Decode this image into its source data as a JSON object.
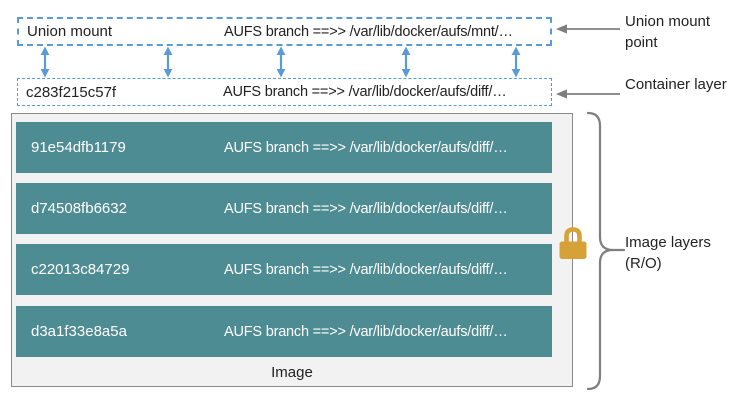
{
  "colors": {
    "teal_layer": "#4e8c94",
    "dash_blue": "#5b9bd5",
    "arrow_blue": "#5b9bd5",
    "box_bg": "#f2f2f2",
    "box_border": "#8a8a8a",
    "lock_gold": "#d6a136",
    "annot_gray": "#7f7f7f",
    "text_dark": "#222222",
    "layer_text": "#ffffff"
  },
  "union_mount_box": {
    "label": "Union mount",
    "branch": "AUFS branch ==>> /var/lib/docker/aufs/mnt/…"
  },
  "container_box": {
    "id": "c283f215c57f",
    "branch": "AUFS branch ==>> /var/lib/docker/aufs/diff/…"
  },
  "image_box": {
    "caption": "Image",
    "layers": [
      {
        "id": "91e54dfb1179",
        "branch": "AUFS branch ==>> /var/lib/docker/aufs/diff/…"
      },
      {
        "id": "d74508fb6632",
        "branch": "AUFS branch ==>> /var/lib/docker/aufs/diff/…"
      },
      {
        "id": "c22013c84729",
        "branch": "AUFS branch ==>> /var/lib/docker/aufs/diff/…"
      },
      {
        "id": "d3a1f33e8a5a",
        "branch": "AUFS branch ==>> /var/lib/docker/aufs/diff/…"
      }
    ]
  },
  "annotations": {
    "union_mount_point": "Union mount point",
    "container_layer": "Container layer",
    "image_layers": "Image layers (R/O)"
  },
  "icons": {
    "lock": "padlock-icon",
    "double_arrow": "double-arrow-icon",
    "pointer": "left-arrow-icon"
  }
}
